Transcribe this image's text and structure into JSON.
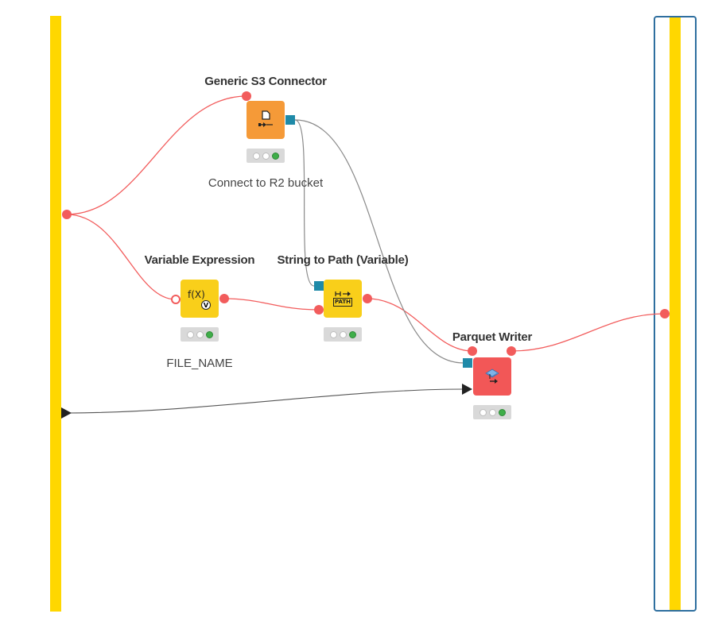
{
  "workflow": {
    "nodes": {
      "s3_connector": {
        "title": "Generic S3 Connector",
        "annotation": "Connect to R2 bucket",
        "color": "#f59a38",
        "icon": "file-connect-icon"
      },
      "variable_expression": {
        "title": "Variable Expression",
        "annotation": "FILE_NAME",
        "color": "#f9cf1a",
        "icon_text": "f(X)",
        "icon_sub": "V",
        "icon": "function-variable-icon"
      },
      "string_to_path": {
        "title": "String to Path (Variable)",
        "annotation": "",
        "color": "#f9cf1a",
        "icon_text": "PATH",
        "icon": "path-icon"
      },
      "parquet_writer": {
        "title": "Parquet Writer",
        "annotation": "",
        "color": "#f25757",
        "icon": "parquet-write-icon"
      }
    },
    "colors": {
      "metanode_bar": "#ffd700",
      "flow_variable_port": "#f25c5c",
      "file_system_port": "#1f8aa8",
      "selection_border": "#2f6f9f",
      "status_green": "#3fae49"
    }
  }
}
